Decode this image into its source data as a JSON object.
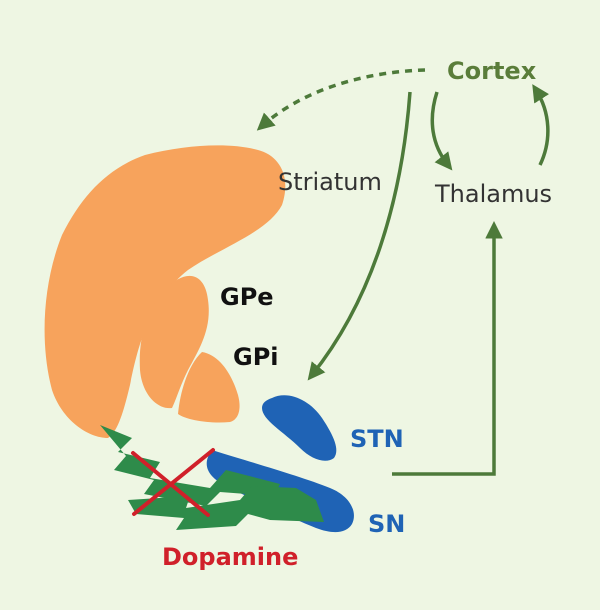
{
  "labels": {
    "cortex": "Cortex",
    "thalamus": "Thalamus",
    "striatum": "Striatum",
    "gpe": "GPe",
    "gpi": "GPi",
    "stn": "STN",
    "sn": "SN",
    "dopamine": "Dopamine"
  },
  "colors": {
    "background": "#eef6e3",
    "striatum": "#f7a35c",
    "gp": "#f7a35c",
    "stn_sn": "#1f63b5",
    "pathway_green": "#2e8b4a",
    "arrow": "#4d7a3a",
    "cortex_text": "#5a7d3a",
    "text_dark": "#333333",
    "dopamine_text": "#d0202a",
    "cross": "#d0202a"
  }
}
